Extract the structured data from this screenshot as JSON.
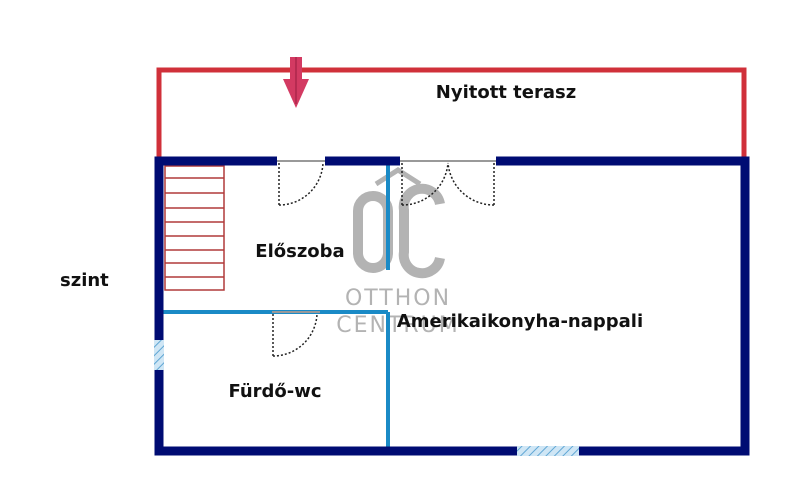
{
  "rooms": {
    "terrace": "Nyitott terasz",
    "hallway": "Előszoba",
    "living": "Amerikaikonyha-nappali",
    "bathroom": "Fürdő-wc"
  },
  "level_label": "szint",
  "watermark": {
    "line1": "OTTHON",
    "line2": "CENTRUM"
  },
  "icons": {
    "entrance": "entrance-arrow-icon",
    "watermark": "otthon-centrum-logo-icon"
  },
  "colors": {
    "outer_wall": "#000c73",
    "inner_wall": "#1a8ac6",
    "terrace_line": "#d0303a",
    "stairs": "#b03a3a",
    "arrow": "#d33a62",
    "window": "#8fc4e6",
    "door": "#222222",
    "watermark": "#9a9a9a"
  }
}
